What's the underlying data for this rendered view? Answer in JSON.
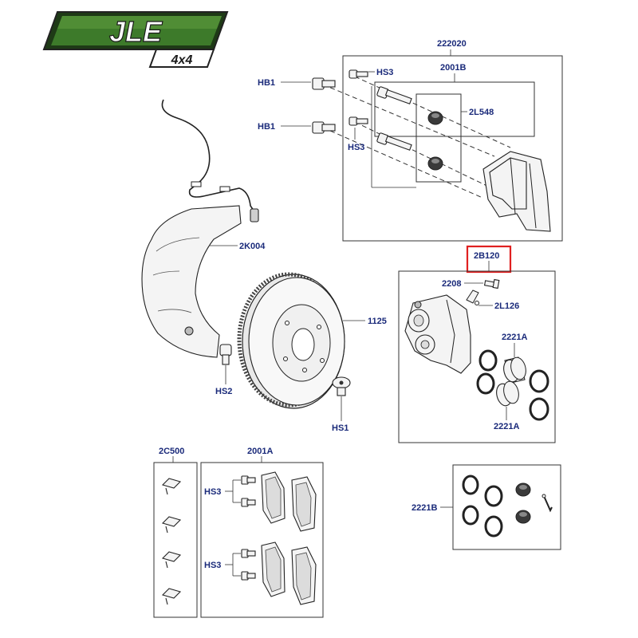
{
  "logo": {
    "main": "JLE",
    "sub": "4x4",
    "colors": {
      "green": "#3d7a2a",
      "dark": "#1e3a16",
      "frame": "#222222"
    }
  },
  "highlight_color": "#e02020",
  "labels": {
    "l222020": "222020",
    "l2001B": "2001B",
    "hb1_top": "HB1",
    "hb1_bottom": "HB1",
    "hs3_top": "HS3",
    "hs3_mid": "HS3",
    "l2L548": "2L548",
    "l2K004": "2K004",
    "l1125": "1125",
    "hs2": "HS2",
    "hs1": "HS1",
    "l2B120": "2B120",
    "l2208": "2208",
    "l2L126": "2L126",
    "l2221A_top": "2221A",
    "l2221A_bottom": "2221A",
    "l2C500": "2C500",
    "l2001A": "2001A",
    "hs3_pads_top": "HS3",
    "hs3_pads_bottom": "HS3",
    "l2221B": "2221B"
  }
}
